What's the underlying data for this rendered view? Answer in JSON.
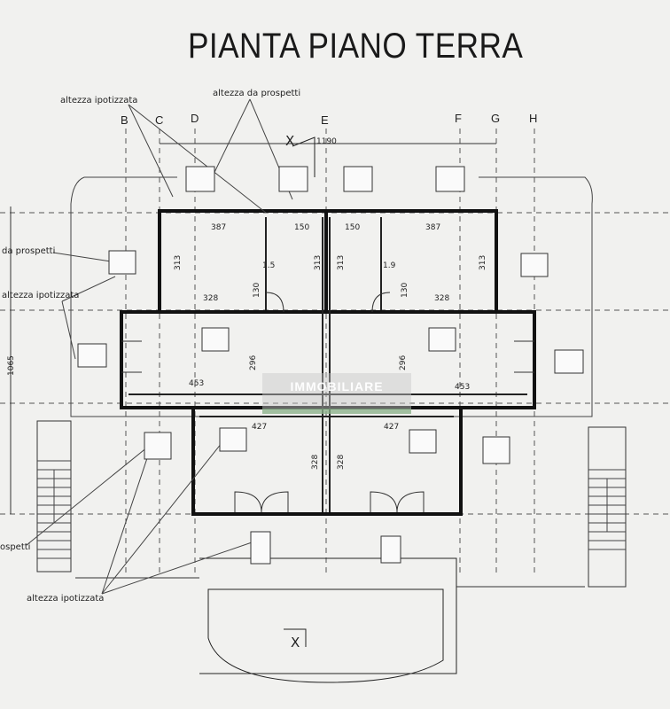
{
  "title": "PIANTA PIANO TERRA",
  "annotations": {
    "altezza_ipotizzata": "altezza ipotizzata",
    "altezza_da_prospetti": "altezza da prospetti",
    "left_da_prospetti": "da prospetti",
    "left_altezza_ipotizzata": "altezza ipotizzata",
    "bottom_prospetti": "ospetti",
    "bottom_altezza_ipotizzata": "altezza ipotizzata"
  },
  "grid_axes": [
    "B",
    "C",
    "D",
    "E",
    "F",
    "G",
    "H"
  ],
  "section_markers": {
    "top": "X",
    "bottom": "X"
  },
  "dimensions": {
    "overall_width": "1190",
    "overall_height": "1065",
    "room_top_left_width": "387",
    "room_top_mid_left_width": "150",
    "room_top_mid_right_width": "150",
    "room_top_right_width": "387",
    "room_top_left_height": "313",
    "room_top_mid_left_height": "313",
    "room_top_mid_right_height": "313",
    "room_top_right_height": "313",
    "bath_left": "130",
    "bath_right": "130",
    "corridor_left": "328",
    "corridor_right": "328",
    "living_left_width": "453",
    "living_right_width": "453",
    "living_left_height": "296",
    "living_right_height": "296",
    "bottom_left_width": "427",
    "bottom_right_width": "427",
    "bottom_left_height": "328",
    "bottom_right_height": "328",
    "small_a": "1.5",
    "small_b": "1.9"
  },
  "watermark": "IMMOBILIARE"
}
